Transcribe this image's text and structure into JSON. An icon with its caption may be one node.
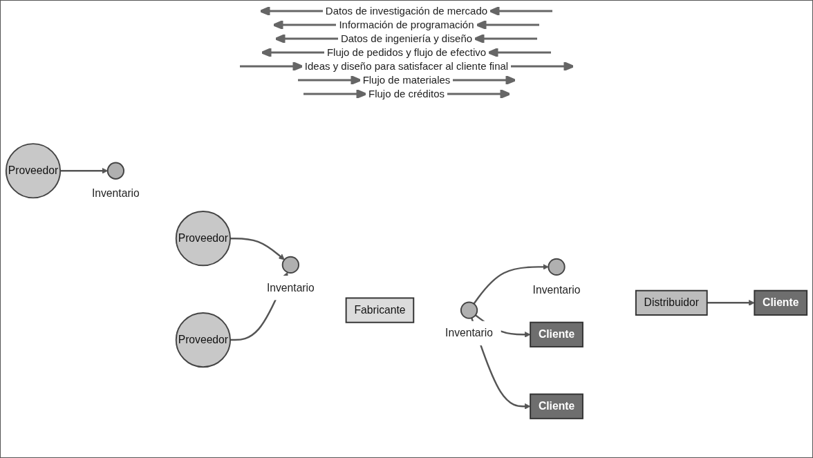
{
  "diagram": {
    "nodes": [
      {
        "text": [
          "Proveedor"
        ]
      },
      {
        "text": [],
        "shape": "circle",
        "beside": [
          "Inventario"
        ]
      },
      {
        "text": [
          "Proveedor"
        ]
      },
      {
        "text": [
          "Proveedor"
        ]
      },
      {
        "text": [],
        "shape": "circle",
        "beside": [
          "Inventario"
        ]
      },
      {
        "text": [
          "Fabricante"
        ]
      },
      {
        "text": [],
        "shape": "circle",
        "beside": [
          "Inventario"
        ]
      },
      {
        "text": [],
        "shape": "circle",
        "beside": [
          "Inventario"
        ]
      },
      {
        "text": [
          "Distribuidor"
        ]
      },
      {
        "text": [
          "Cliente"
        ]
      },
      {
        "text": [
          "Cliente"
        ]
      },
      {
        "text": [
          "Cliente"
        ]
      }
    ],
    "edges": [
      {
        "from": 0,
        "to": 1,
        "arrow": "to"
      },
      {
        "from": 2,
        "to": 4,
        "arrow": "to"
      },
      {
        "from": 3,
        "to": 4,
        "arrow": "to"
      },
      {
        "from": 6,
        "to": 9,
        "arrow": "to"
      },
      {
        "from": 6,
        "to": 10,
        "arrow": "to"
      },
      {
        "from": 6,
        "to": 7,
        "arrow": "to"
      },
      {
        "from": 8,
        "to": 11,
        "arrow": "to"
      }
    ],
    "labels": [
      "Datos de investigación de mercado",
      "Información de programación",
      "Datos de ingeniería y diseño",
      "Flujo de pedidos y flujo de efectivo",
      "Ideas y diseño para satisfacer al cliente final",
      "Flujo de materiales",
      "Flujo de créditos"
    ]
  }
}
